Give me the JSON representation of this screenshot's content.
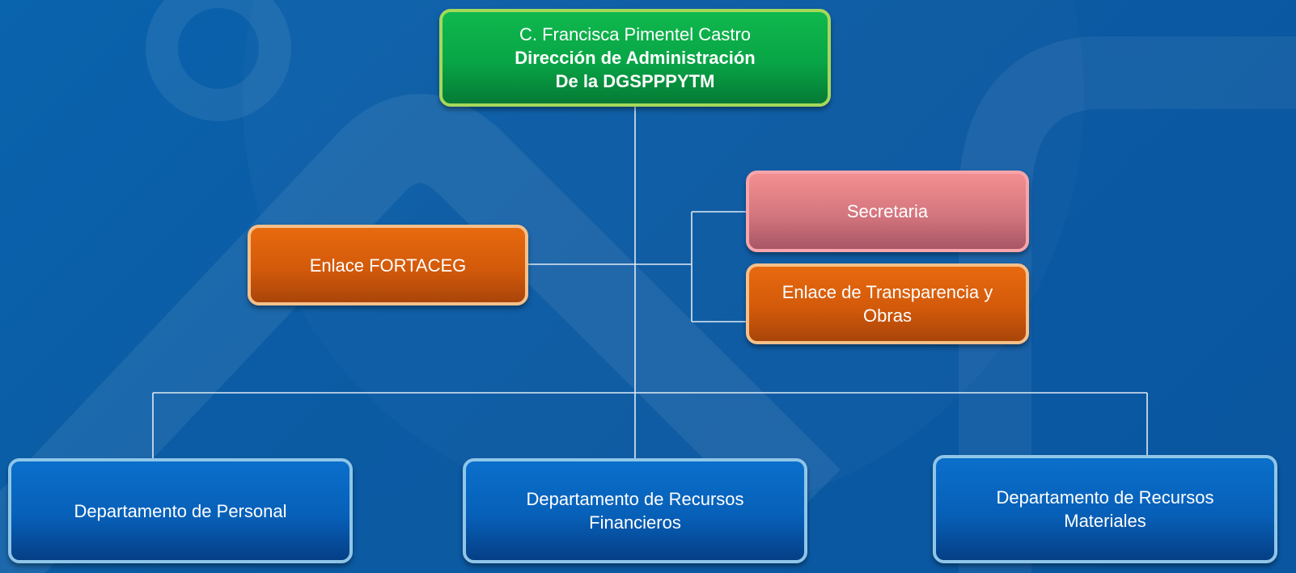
{
  "director": {
    "name": "C. Francisca Pimentel  Castro",
    "title": "Dirección de Administración",
    "subtitle": "De la DGSPPPYTM"
  },
  "fortaceg": {
    "label": "Enlace FORTACEG"
  },
  "secretaria": {
    "label": "Secretaria"
  },
  "transparencia": {
    "line1": "Enlace de Transparencia y",
    "line2": "Obras"
  },
  "departments": [
    {
      "line1": "Departamento de Personal",
      "line2": ""
    },
    {
      "line1": "Departamento de Recursos",
      "line2": "Financieros"
    },
    {
      "line1": "Departamento de Recursos",
      "line2": "Materiales"
    }
  ],
  "colors": {
    "background": "#0b5ba3",
    "director_box": "#08a546",
    "orange_box": "#d35a0a",
    "pink_box": "#d4767e",
    "blue_box": "#0760b8",
    "connector": "#dfe9f5"
  }
}
